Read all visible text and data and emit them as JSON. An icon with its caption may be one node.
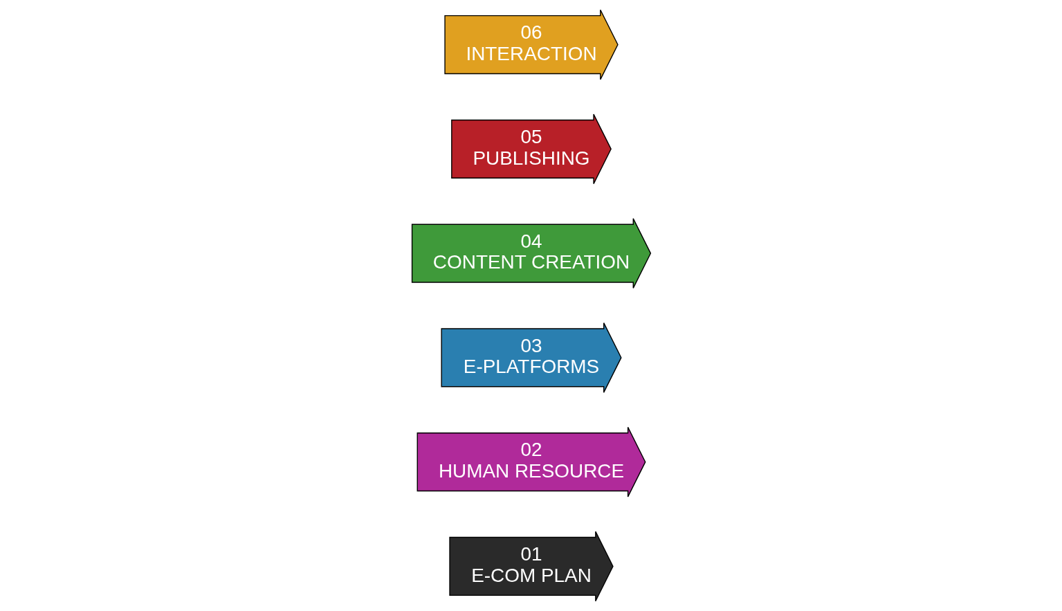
{
  "diagram": {
    "nodes": [
      {
        "text": [
          "01",
          "E-COM PLAN"
        ]
      },
      {
        "text": [
          "02",
          "HUMAN RESOURCE"
        ]
      },
      {
        "text": [
          "03",
          "E-PLATFORMS"
        ]
      },
      {
        "text": [
          "04",
          "CONTENT CREATION"
        ]
      },
      {
        "text": [
          "05",
          "PUBLISHING"
        ]
      },
      {
        "text": [
          "06",
          "INTERACTION"
        ]
      }
    ]
  }
}
